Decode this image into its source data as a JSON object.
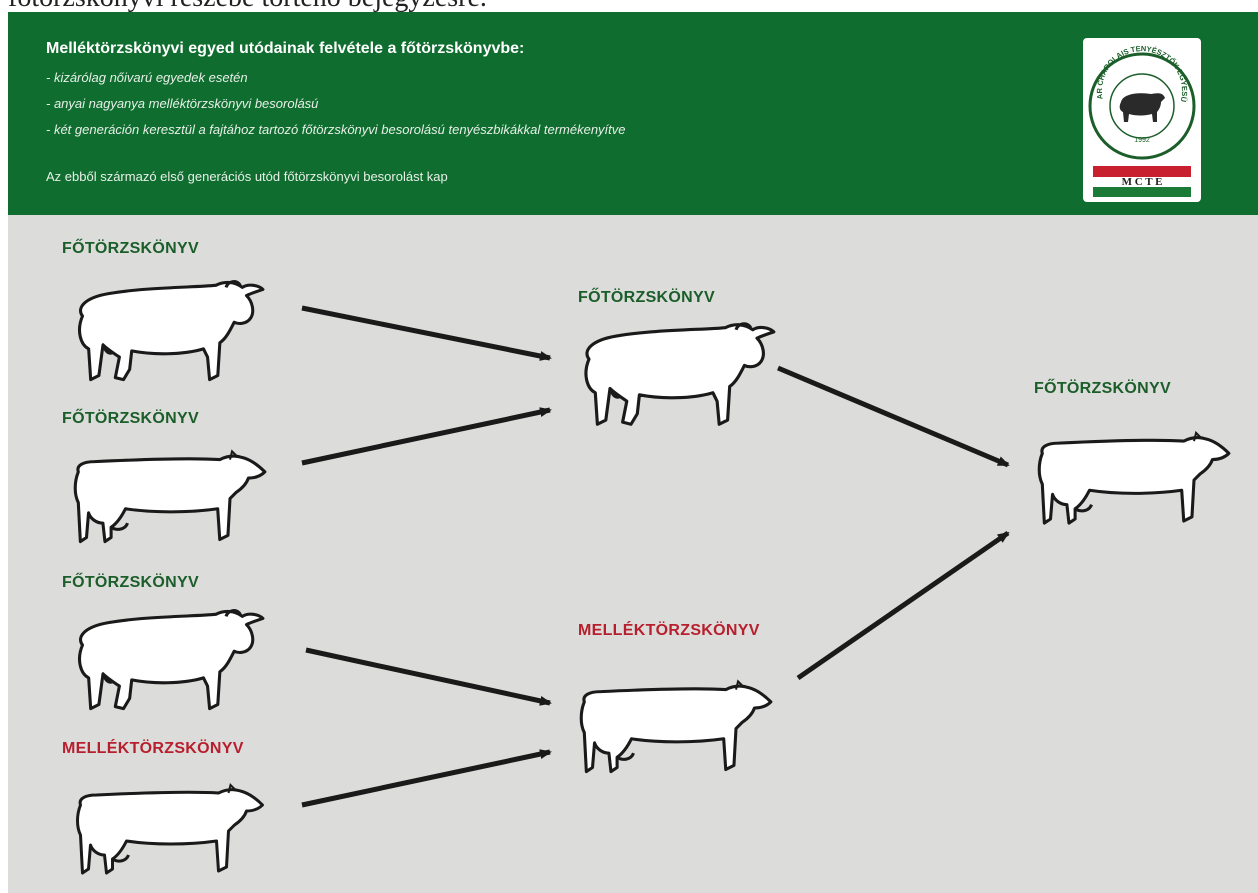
{
  "page": {
    "top_text": "főtörzskönyvi részébe történő bejegyzésre."
  },
  "banner": {
    "title": "Melléktörzskönyvi egyed utódainak felvétele a főtörzskönyvbe:",
    "lines": [
      "- kizárólag nőivarú egyedek esetén",
      "- anyai nagyanya melléktörzskönyvi besorolású",
      "- két generáción keresztül a fajtához tartozó főtörzskönyvi besorolású tenyészbikákkal termékenyítve"
    ],
    "footer": "Az ebből származó első generációs utód főtörzskönyvi besorolást kap",
    "background_color": "#0f6e2f"
  },
  "logo": {
    "ring_text": "MAGYAR CHAROLAIS TENYÉSZTŐK EGYESÜLETE",
    "year": "1992",
    "initials": "M C T E",
    "icon": "bull-icon"
  },
  "diagram": {
    "nodes": [
      {
        "id": "g1-bull-1",
        "animal": "bull",
        "label": "FŐTÖRZSKÖNYV",
        "category": "main"
      },
      {
        "id": "g1-cow-1",
        "animal": "cow",
        "label": "FŐTÖRZSKÖNYV",
        "category": "main"
      },
      {
        "id": "g1-bull-2",
        "animal": "bull",
        "label": "FŐTÖRZSKÖNYV",
        "category": "main"
      },
      {
        "id": "g1-cow-2",
        "animal": "cow",
        "label": "MELLÉKTÖRZSKÖNYV",
        "category": "supplementary"
      },
      {
        "id": "g2-bull",
        "animal": "bull",
        "label": "FŐTÖRZSKÖNYV",
        "category": "main"
      },
      {
        "id": "g2-cow",
        "animal": "cow",
        "label": "MELLÉKTÖRZSKÖNYV",
        "category": "supplementary"
      },
      {
        "id": "g3-cow",
        "animal": "cow",
        "label": "FŐTÖRZSKÖNYV",
        "category": "main"
      }
    ],
    "edges": [
      {
        "from": "g1-bull-1",
        "to": "g2-bull"
      },
      {
        "from": "g1-cow-1",
        "to": "g2-bull"
      },
      {
        "from": "g1-bull-2",
        "to": "g2-cow"
      },
      {
        "from": "g1-cow-2",
        "to": "g2-cow"
      },
      {
        "from": "g2-bull",
        "to": "g3-cow"
      },
      {
        "from": "g2-cow",
        "to": "g3-cow"
      }
    ],
    "colors": {
      "main": "#1b5e2a",
      "supplementary": "#b81f2e",
      "panel": "#dcdcda"
    }
  }
}
